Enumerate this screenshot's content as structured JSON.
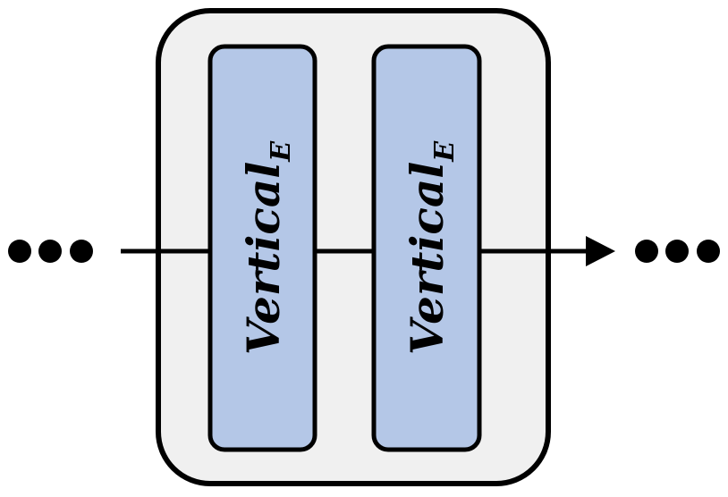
{
  "diagram": {
    "ellipsis_left": "•••",
    "ellipsis_right": "•••",
    "blocks": [
      {
        "label": "Vertical",
        "subscript": "E"
      },
      {
        "label": "Vertical",
        "subscript": "E"
      }
    ],
    "colors": {
      "outer_fill": "#f0f0f0",
      "block_fill": "#b4c7e7",
      "stroke": "#000000"
    }
  }
}
